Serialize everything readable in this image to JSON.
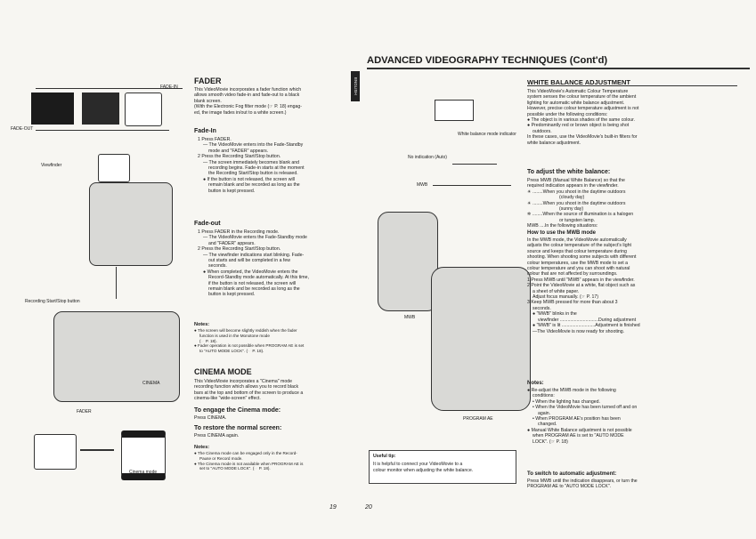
{
  "left": {
    "fade_in_label": "FADE-IN",
    "fade_out_label": "FADE-OUT",
    "viewfinder_label": "Viewfinder",
    "recording_button_label": "Recording Start/Stop button",
    "cinema_label": "CINEMA",
    "fader_label": "FADER",
    "cinema_mode_caption": "Cinema mode",
    "fader_title": "FADER",
    "fader_intro": [
      "This VideoMovie incorporates a fader function which",
      "allows smooth video fade-in and fade-out to a black",
      "blank screen.",
      "(With the Electronic Fog filter mode (☞ P. 18) engag-",
      "ed, the image fades in/out to a white screen.)"
    ],
    "fade_in_title": "Fade-In",
    "fade_in_steps": [
      "1 Press FADER.",
      "— The VideoMovie enters into the Fade-Standby",
      "mode and \"FADER\" appears.",
      "2 Press the Recording Start/Stop button.",
      "— The screen immediately becomes blank and",
      "recording begins. Fade-in starts at the moment",
      "the Recording Start/Stop button is released.",
      "● If the button is not released, the screen will",
      "remain blank and be recorded as long as the",
      "button is kept pressed."
    ],
    "fade_out_title": "Fade-out",
    "fade_out_steps": [
      "1 Press FADER in the Recording mode.",
      "— The VideoMovie enters the Fade-Standby mode",
      "and \"FADER\" appears.",
      "2 Press the Recording Start/Stop button.",
      "— The viewfinder indications start blinking. Fade-",
      "out starts and will be completed in a few",
      "seconds.",
      "● When completed, the VideoMovie enters the",
      "Record-Standby mode automatically. At this time,",
      "if the button is not released, the screen will",
      "remain blank and be recorded as long as the",
      "button is kept pressed."
    ],
    "notes_title": "Notes:",
    "fader_notes": [
      "● The screen will become slightly reddish when the fader",
      "function is used in the Monotone mode",
      "(☞ P. 18).",
      "● Fader operation is not possible when PROGRAM AE is set",
      "to \"AUTO MODE LOCK\". (☞ P. 18)."
    ],
    "cinema_title": "CINEMA MODE",
    "cinema_intro": [
      "This VideoMovie incorporates a \"Cinema\" mode",
      "recording function which allows you to record black",
      "bars at the top and bottom of the screen to produce a",
      "cinema-like \"wide-screen\" effect."
    ],
    "engage_title": "To engage the Cinema mode:",
    "engage_text": "Press CINEMA.",
    "restore_title": "To restore the normal screen:",
    "restore_text": "Press CINEMA again.",
    "cinema_notes_title": "Notes:",
    "cinema_notes": [
      "● The Cinema mode can be engaged only in the Record-",
      "Pause or Record mode.",
      "● The Cinema mode is not available when PROGRAM AE is",
      "set to \"AUTO MODE LOCK\". (☞ P. 18)."
    ],
    "page_number": "19",
    "side_tab": "ENGLISH"
  },
  "right": {
    "header": "ADVANCED VIDEOGRAPHY TECHNIQUES (Cont'd)",
    "wb_indicator_label": "White balance mode indicator",
    "no_indication_label": "No indication (Auto)",
    "mwb_label": "MWB",
    "mwb_label_2": "MWB",
    "program_ae_label": "PROGRAM AE",
    "wb_title": "WHITE BALANCE ADJUSTMENT",
    "wb_intro": [
      "This VideoMovie's Automatic Colour Temperature",
      "system senses the colour temperature of the ambient",
      "lighting for automatic white balance adjustment.",
      "However, precise colour temperature adjustment is not",
      "possible under the following conditions:",
      "● The object is in various shades of the same colour.",
      "● Predominantly red or brown object is being shot",
      "outdoors.",
      "In these cases, use the VideoMovie's built-in filters for",
      "white balance adjustment."
    ],
    "adjust_title": "To adjust the white balance:",
    "adjust_text": [
      "Press MWB (Manual White Balance) so that the",
      "required indication appears in the viewfinder.",
      "☀ ........When you shoot in the daytime outdoors",
      "(cloudy day)",
      "☀ ........When you shoot in the daytime outdoors",
      "(sunny day)",
      "✲ ........When the source of illumination is a halogen",
      "or tungsten lamp.",
      "MWB ....In the following situations:"
    ],
    "howto_title": "How to use the MWB mode",
    "howto_text": [
      "In the MWB mode, the VideoMovie automatically",
      "adjusts the colour temperature of the subject's light",
      "source and keeps that colour temperature during",
      "shooting. When shooting some subjects with different",
      "colour temperatures, use the MWB mode to set a",
      "colour temperature and you can shoot with natural",
      "colour that are not affected by surroundings.",
      "1 Press MWB until \"MWB\" appears in the viewfinder.",
      "2 Point the VideoMovie at a white, flat object such as",
      "a sheet of white paper.",
      "Adjust focus manually. (☞ P. 17)",
      "3 Keep MWB pressed for more than about 3",
      "seconds.",
      "● \"MWB\" blinks in the",
      "viewfinder ..............................During adjustment",
      "● \"MWB\" is lit ..........................Adjustment is finished",
      "—The VideoMovie is now ready for shooting."
    ],
    "notes_title": "Notes:",
    "notes": [
      "● Re-adjust the MWB mode in the following",
      "conditions:",
      "• When the lighting has changed.",
      "• When the VideoMovie has been turned off and on",
      "again.",
      "• When PROGRAM AE's position has been",
      "changed.",
      "● Manual White Balance adjustment is not possible",
      "when PROGRAM AE is set to \"AUTO MODE",
      "LOCK\". (☞ P. 18)"
    ],
    "switch_title": "To switch to automatic adjustment:",
    "switch_text": [
      "Press MWB until the indication disappears, or turn the",
      "PROGRAM AE to \"AUTO MODE LOCK\"."
    ],
    "tip_title": "Useful tip:",
    "tip_text": [
      "It is helpful to connect your VideoMovie to a",
      "colour monitor when adjusting the white balance."
    ],
    "page_number": "20"
  }
}
